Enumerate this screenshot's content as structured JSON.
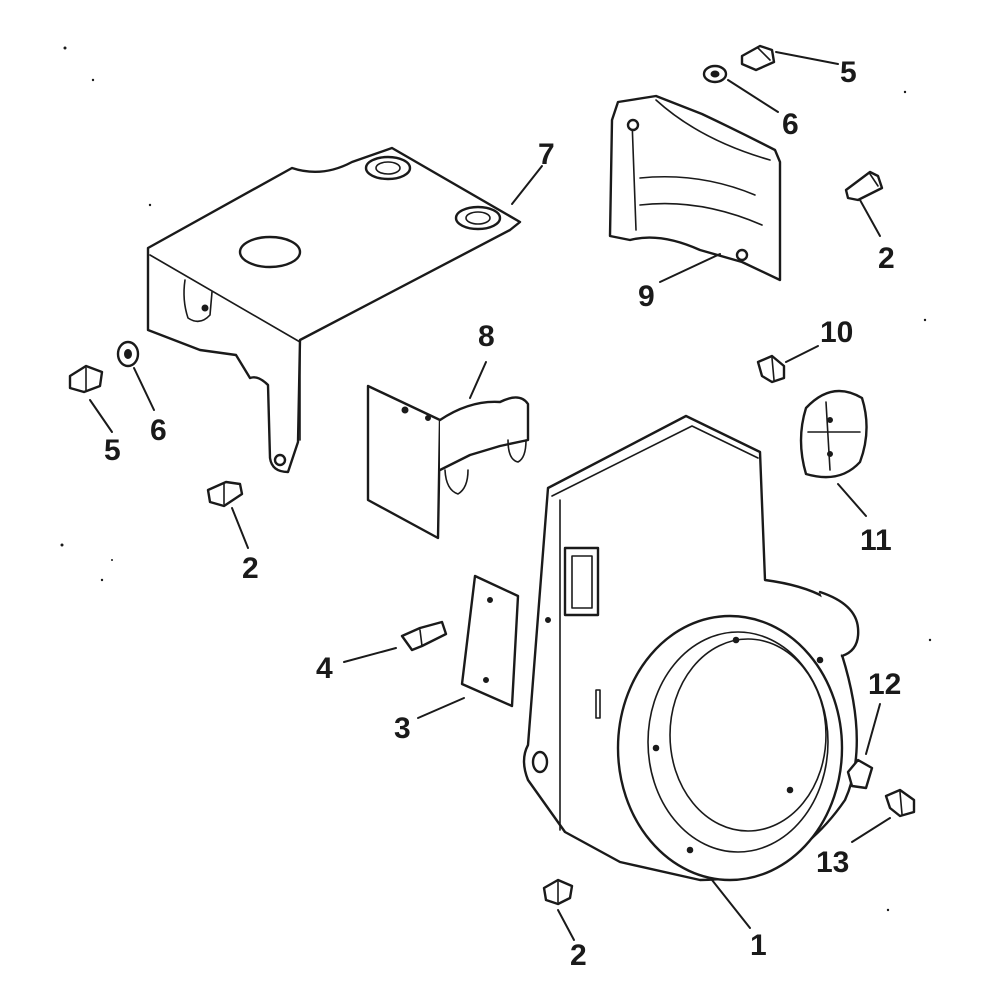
{
  "callouts": {
    "c1": "1",
    "c2a": "2",
    "c2b": "2",
    "c2c": "2",
    "c3": "3",
    "c4": "4",
    "c5a": "5",
    "c5b": "5",
    "c6a": "6",
    "c6b": "6",
    "c7": "7",
    "c8": "8",
    "c9": "9",
    "c10": "10",
    "c11": "11",
    "c12": "12",
    "c13": "13"
  }
}
